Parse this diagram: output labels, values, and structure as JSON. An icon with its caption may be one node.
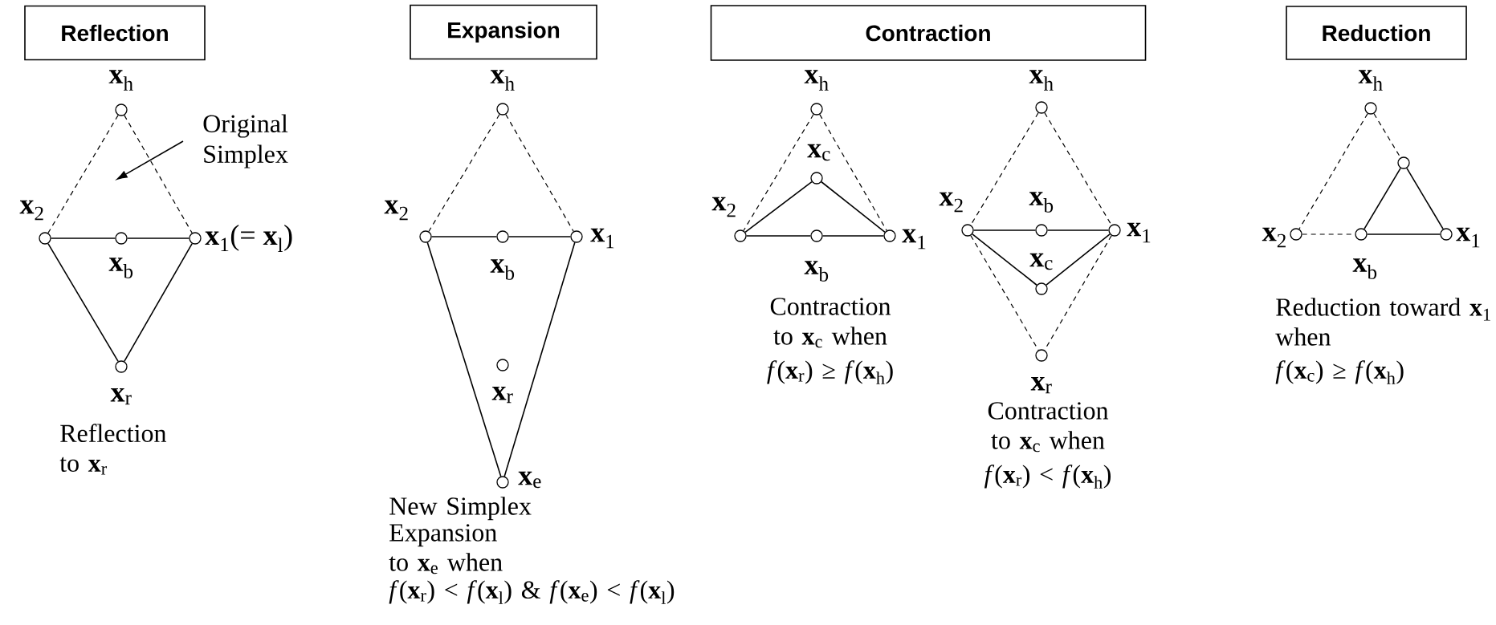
{
  "diagram": {
    "nodes": [
      {
        "text": [
          "Reflection"
        ]
      },
      {
        "text": [],
        "shape": "circle",
        "beside": [
          "**x**$_{h}$"
        ]
      },
      {
        "text": [],
        "shape": "circle",
        "beside": [
          "**x**$_{2}$"
        ]
      },
      {
        "text": [],
        "shape": "circle",
        "beside": [
          "**x**$_{b}$"
        ]
      },
      {
        "text": [],
        "shape": "circle",
        "beside": [
          "**x**$_{1}$(= **x**$_{l}$)"
        ]
      },
      {
        "text": [],
        "shape": "circle",
        "beside": [
          "**x**$_{r}$"
        ]
      },
      {
        "text": [
          "Original Simplex"
        ]
      },
      {
        "text": [
          "Expansion"
        ]
      },
      {
        "text": [],
        "shape": "circle",
        "beside": [
          "**x**$_{h}$"
        ]
      },
      {
        "text": [],
        "shape": "circle",
        "beside": [
          "**x**$_{2}$"
        ]
      },
      {
        "text": [],
        "shape": "circle",
        "beside": [
          "**x**$_{b}$"
        ]
      },
      {
        "text": [],
        "shape": "circle",
        "beside": [
          "**x**$_{1}$"
        ]
      },
      {
        "text": [],
        "shape": "circle",
        "beside": [
          "**x**$_{r}$"
        ]
      },
      {
        "text": [],
        "shape": "circle",
        "beside": [
          "**x**$_{e}$"
        ]
      },
      {
        "text": [
          "Contraction"
        ]
      },
      {
        "text": [],
        "shape": "circle",
        "beside": [
          "**x**$_{h}$"
        ]
      },
      {
        "text": [],
        "shape": "circle",
        "beside": [
          "**x**$_{c}$"
        ]
      },
      {
        "text": [],
        "shape": "circle",
        "beside": [
          "**x**$_{2}$"
        ]
      },
      {
        "text": [],
        "shape": "circle",
        "beside": [
          "**x**$_{b}$"
        ]
      },
      {
        "text": [],
        "shape": "circle",
        "beside": [
          "**x**$_{1}$"
        ]
      },
      {
        "text": [],
        "shape": "circle",
        "beside": [
          "**x**$_{h}$"
        ]
      },
      {
        "text": [],
        "shape": "circle",
        "beside": [
          "**x**$_{2}$"
        ]
      },
      {
        "text": [],
        "shape": "circle",
        "beside": [
          "**x**$_{b}$"
        ]
      },
      {
        "text": [],
        "shape": "circle",
        "beside": [
          "**x**$_{1}$"
        ]
      },
      {
        "text": [],
        "shape": "circle",
        "beside": [
          "**x**$_{c}$"
        ]
      },
      {
        "text": [],
        "shape": "circle",
        "beside": [
          "**x**$_{r}$"
        ]
      },
      {
        "text": [
          "Reduction"
        ]
      },
      {
        "text": [],
        "shape": "circle",
        "beside": [
          "**x**$_{h}$"
        ]
      },
      {
        "text": [],
        "shape": "circle"
      },
      {
        "text": [],
        "shape": "circle",
        "beside": [
          "**x**$_{2}$"
        ]
      },
      {
        "text": [],
        "shape": "circle",
        "beside": [
          "**x**$_{b}$"
        ]
      },
      {
        "text": [],
        "shape": "circle",
        "beside": [
          "**x**$_{1}$"
        ]
      }
    ],
    "edges": [
      {
        "from": 1,
        "to": 2,
        "arrow": "none",
        "style": "dashed"
      },
      {
        "from": 1,
        "to": 4,
        "arrow": "none",
        "style": "dashed"
      },
      {
        "from": 2,
        "to": 3,
        "arrow": "none"
      },
      {
        "from": 3,
        "to": 4,
        "arrow": "none"
      },
      {
        "from": 2,
        "to": 5,
        "arrow": "none"
      },
      {
        "from": 4,
        "to": 5,
        "arrow": "none"
      },
      {
        "from": 6,
        "to": null,
        "arrow": "to"
      },
      {
        "from": 8,
        "to": 9,
        "arrow": "none",
        "style": "dashed"
      },
      {
        "from": 8,
        "to": 11,
        "arrow": "none",
        "style": "dashed"
      },
      {
        "from": 9,
        "to": 10,
        "arrow": "none"
      },
      {
        "from": 10,
        "to": 11,
        "arrow": "none"
      },
      {
        "from": 9,
        "to": 13,
        "arrow": "none"
      },
      {
        "from": 11,
        "to": 13,
        "arrow": "none"
      },
      {
        "from": 15,
        "to": 17,
        "arrow": "none",
        "style": "dashed"
      },
      {
        "from": 15,
        "to": 19,
        "arrow": "none",
        "style": "dashed"
      },
      {
        "from": 17,
        "to": 16,
        "arrow": "none"
      },
      {
        "from": 16,
        "to": 19,
        "arrow": "none"
      },
      {
        "from": 17,
        "to": 18,
        "arrow": "none"
      },
      {
        "from": 18,
        "to": 19,
        "arrow": "none"
      },
      {
        "from": 20,
        "to": 21,
        "arrow": "none",
        "style": "dashed"
      },
      {
        "from": 20,
        "to": 23,
        "arrow": "none",
        "style": "dashed"
      },
      {
        "from": 21,
        "to": 22,
        "arrow": "none"
      },
      {
        "from": 22,
        "to": 23,
        "arrow": "none"
      },
      {
        "from": 21,
        "to": 24,
        "arrow": "none"
      },
      {
        "from": 24,
        "to": 23,
        "arrow": "none"
      },
      {
        "from": 21,
        "to": 25,
        "arrow": "none",
        "style": "dashed"
      },
      {
        "from": 23,
        "to": 25,
        "arrow": "none",
        "style": "dashed"
      },
      {
        "from": 27,
        "to": 28,
        "arrow": "none",
        "style": "dashed"
      },
      {
        "from": 28,
        "to": 31,
        "arrow": "none"
      },
      {
        "from": 28,
        "to": 30,
        "arrow": "none"
      },
      {
        "from": 30,
        "to": 31,
        "arrow": "none"
      },
      {
        "from": 29,
        "to": 30,
        "arrow": "none",
        "style": "dashed"
      },
      {
        "from": 27,
        "to": 29,
        "arrow": "none",
        "style": "dashed"
      }
    ],
    "labels": [
      "Reflection to **x**$_{r}$",
      "New Simplex",
      "Expansion to **x**$_{e}$ when",
      "*f*(**x**$_{r}$) < *f*(**x**$_{l}$) & *f*(**x**$_{e}$) < *f*(**x**$_{l}$)",
      "Contraction to **x**$_{c}$ when",
      "*f*(**x**$_{r}$) ≥ *f*(**x**$_{h}$)",
      "Contraction to **x**$_{c}$ when",
      "*f*(**x**$_{r}$) < *f*(**x**$_{h}$)",
      "Reduction toward **x**$_{1}$ when",
      "*f*(**x**$_{c}$) ≥ *f*(**x**$_{h}$)"
    ]
  }
}
